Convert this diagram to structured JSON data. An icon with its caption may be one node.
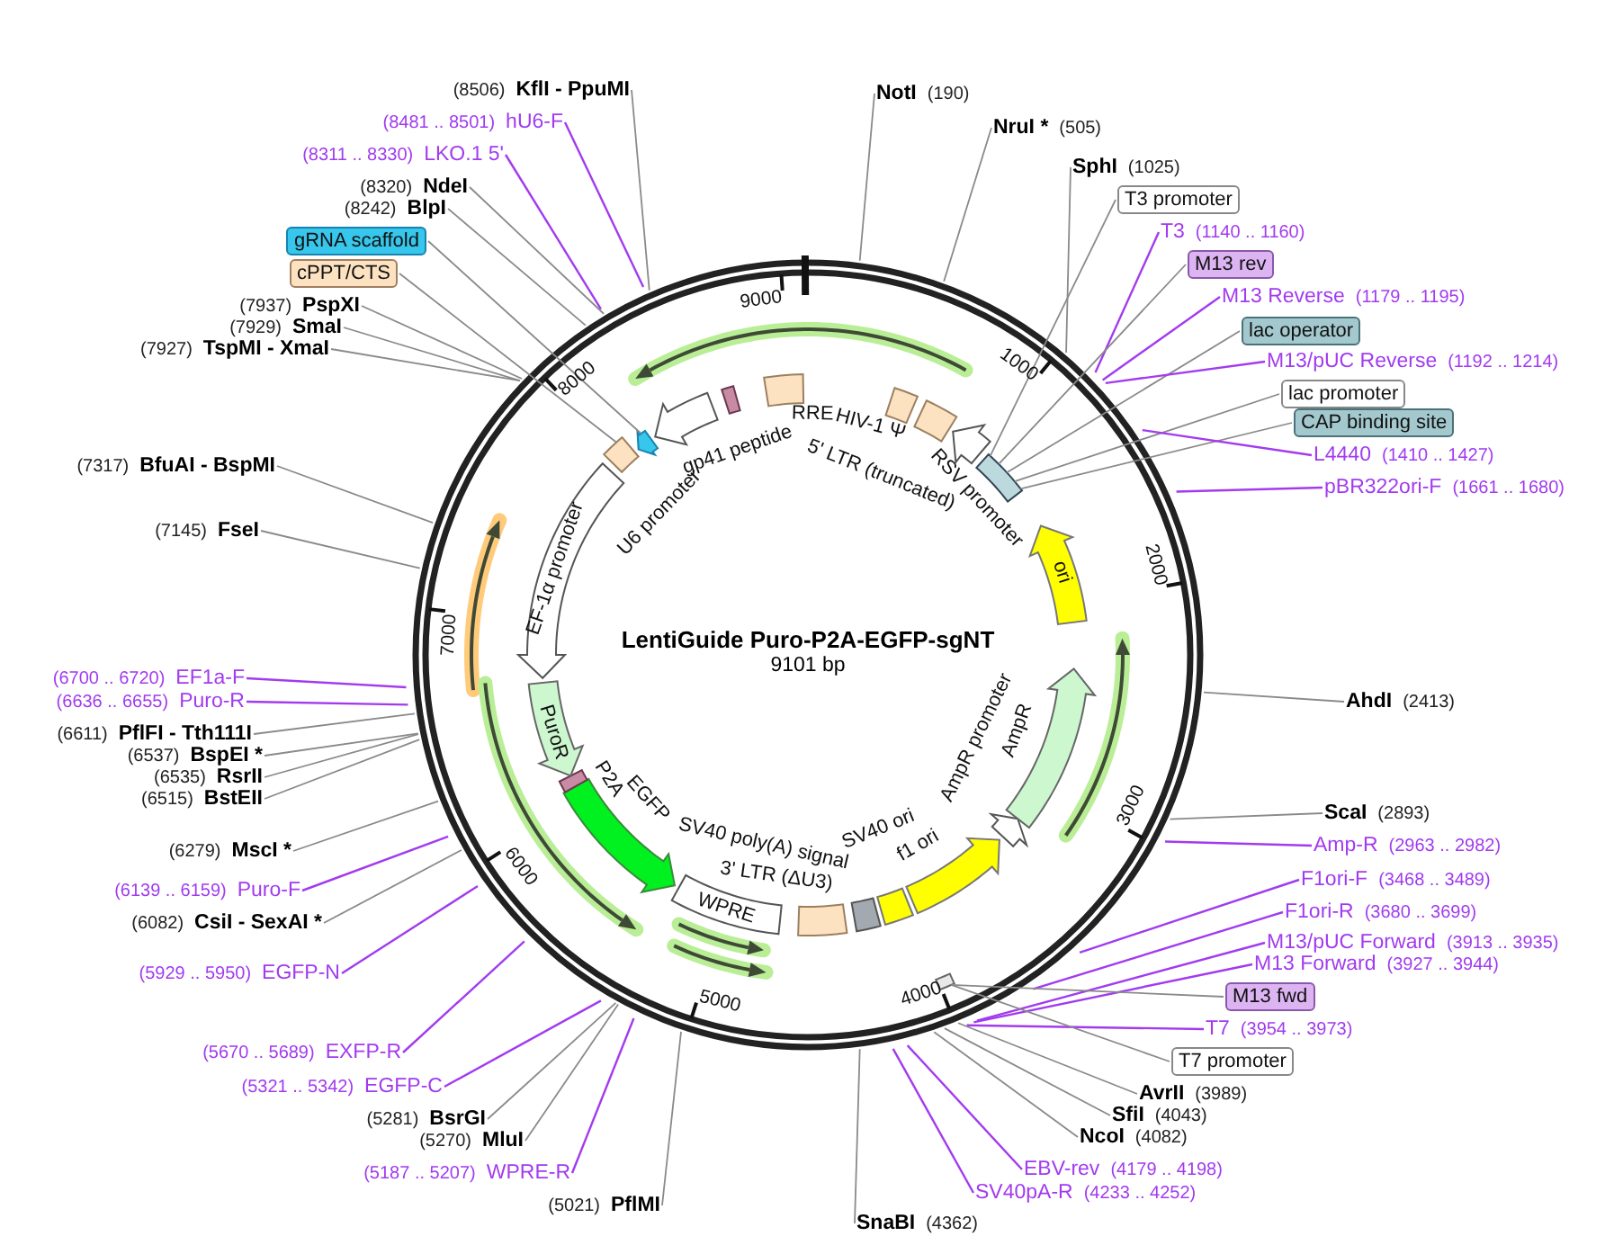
{
  "diagram": {
    "title": "LentiGuide Puro-P2A-EGFP-sgNT",
    "nodes": [
      {
        "text": [
          "(8506)",
          "KflI - PpuMI"
        ]
      },
      {
        "text": [
          "(8481 .. 8501)",
          "hU6-F"
        ]
      },
      {
        "text": [
          "(8311 .. 8330)",
          "LKO.1 5'"
        ]
      },
      {
        "text": [
          "(8320)",
          "NdeI"
        ]
      },
      {
        "text": [
          "(8242)",
          "BlpI"
        ]
      },
      {
        "text": [
          "gRNA scaffold"
        ]
      },
      {
        "text": [
          "cPPT/CTS"
        ]
      },
      {
        "text": [
          "(7937)",
          "PspXI"
        ]
      },
      {
        "text": [
          "(7929)",
          "SmaI"
        ]
      },
      {
        "text": [
          "(7927)",
          "TspMI - XmaI"
        ]
      },
      {
        "text": [
          "(7317)",
          "BfuAI - BspMI"
        ]
      },
      {
        "text": [
          "(7145)",
          "FseI"
        ]
      },
      {
        "text": [
          "(6700 .. 6720)",
          "EF1a-F"
        ]
      },
      {
        "text": [
          "(6636 .. 6655)",
          "Puro-R"
        ]
      },
      {
        "text": [
          "(6611)",
          "PflFI - Tth111I"
        ]
      },
      {
        "text": [
          "(6537)",
          "BspEI *"
        ]
      },
      {
        "text": [
          "(6535)",
          "RsrII"
        ]
      },
      {
        "text": [
          "(6515)",
          "BstEII"
        ]
      },
      {
        "text": [
          "(6279)",
          "MscI *"
        ]
      },
      {
        "text": [
          "(6139 .. 6159)",
          "Puro-F"
        ]
      },
      {
        "text": [
          "(6082)",
          "CsiI - SexAI *"
        ]
      },
      {
        "text": [
          "(5929 .. 5950)",
          "EGFP-N"
        ]
      },
      {
        "text": [
          "(5670 .. 5689)",
          "EXFP-R"
        ]
      },
      {
        "text": [
          "(5321 .. 5342)",
          "EGFP-C"
        ]
      },
      {
        "text": [
          "(5281)",
          "BsrGI"
        ]
      },
      {
        "text": [
          "(5270)",
          "MluI"
        ]
      },
      {
        "text": [
          "(5187 .. 5207)",
          "WPRE-R"
        ]
      },
      {
        "text": [
          "(5021)",
          "PflMI"
        ]
      },
      {
        "text": [
          "NotI",
          "(190)"
        ]
      },
      {
        "text": [
          "NruI *",
          "(505)"
        ]
      },
      {
        "text": [
          "SphI",
          "(1025)"
        ]
      },
      {
        "text": [
          "T3 promoter"
        ]
      },
      {
        "text": [
          "T3",
          "(1140 .. 1160)"
        ]
      },
      {
        "text": [
          "M13 rev"
        ]
      },
      {
        "text": [
          "M13 Reverse",
          "(1179 .. 1195)"
        ]
      },
      {
        "text": [
          "lac operator"
        ]
      },
      {
        "text": [
          "M13/pUC Reverse",
          "(1192 .. 1214)"
        ]
      },
      {
        "text": [
          "lac promoter"
        ]
      },
      {
        "text": [
          "CAP binding site"
        ]
      },
      {
        "text": [
          "L4440",
          "(1410 .. 1427)"
        ]
      },
      {
        "text": [
          "pBR322ori-F",
          "(1661 .. 1680)"
        ]
      },
      {
        "text": [
          "AhdI",
          "(2413)"
        ]
      },
      {
        "text": [
          "ScaI",
          "(2893)"
        ]
      },
      {
        "text": [
          "Amp-R",
          "(2963 .. 2982)"
        ]
      },
      {
        "text": [
          "F1ori-F",
          "(3468 .. 3489)"
        ]
      },
      {
        "text": [
          "F1ori-R",
          "(3680 .. 3699)"
        ]
      },
      {
        "text": [
          "M13/pUC Forward",
          "(3913 .. 3935)"
        ]
      },
      {
        "text": [
          "M13 Forward",
          "(3927 .. 3944)"
        ]
      },
      {
        "text": [
          "M13 fwd"
        ]
      },
      {
        "text": [
          "T7",
          "(3954 .. 3973)"
        ]
      },
      {
        "text": [
          "T7 promoter"
        ]
      },
      {
        "text": [
          "AvrII",
          "(3989)"
        ]
      },
      {
        "text": [
          "SfiI",
          "(4043)"
        ]
      },
      {
        "text": [
          "NcoI",
          "(4082)"
        ]
      },
      {
        "text": [
          "EBV-rev",
          "(4179 .. 4198)"
        ]
      },
      {
        "text": [
          "SV40pA-R",
          "(4233 .. 4252)"
        ]
      },
      {
        "text": [
          "SnaBI",
          "(4362)"
        ]
      },
      {
        "text": [
          "U6 promoter"
        ]
      },
      {
        "text": [
          "gp41 peptide"
        ]
      },
      {
        "text": [
          "RRE"
        ]
      },
      {
        "text": [
          "HIV-1 Ψ"
        ]
      },
      {
        "text": [
          "5' LTR (truncated)"
        ]
      },
      {
        "text": [
          "RSV promoter"
        ]
      },
      {
        "text": [
          "ori"
        ]
      },
      {
        "text": [
          "AmpR promoter"
        ]
      },
      {
        "text": [
          "AmpR"
        ]
      },
      {
        "text": [
          "f1 ori"
        ]
      },
      {
        "text": [
          "SV40 ori"
        ]
      },
      {
        "text": [
          "SV40 poly(A) signal"
        ]
      },
      {
        "text": [
          "3' LTR (ΔU3)"
        ]
      },
      {
        "text": [
          "WPRE"
        ]
      },
      {
        "text": [
          "EGFP"
        ]
      },
      {
        "text": [
          "P2A"
        ]
      },
      {
        "text": [
          "PuroR"
        ]
      },
      {
        "text": [
          "EF-1α promoter"
        ]
      },
      {
        "text": [],
        "shape": "arrow"
      },
      {
        "text": [],
        "shape": "box"
      },
      {
        "text": [],
        "shape": "box"
      },
      {
        "text": [],
        "shape": "box"
      }
    ],
    "edges": [
      {
        "from": 0,
        "to": null,
        "arrow": "none"
      },
      {
        "from": 1,
        "to": null,
        "arrow": "none",
        "color": "#a23bef"
      },
      {
        "from": 2,
        "to": null,
        "arrow": "none",
        "color": "#a23bef"
      },
      {
        "from": 3,
        "to": null,
        "arrow": "none"
      },
      {
        "from": 4,
        "to": null,
        "arrow": "none"
      },
      {
        "from": 5,
        "to": 75,
        "arrow": "none"
      },
      {
        "from": 6,
        "to": 76,
        "arrow": "none"
      },
      {
        "from": 7,
        "to": null,
        "arrow": "none"
      },
      {
        "from": 8,
        "to": null,
        "arrow": "none"
      },
      {
        "from": 9,
        "to": null,
        "arrow": "none"
      },
      {
        "from": 10,
        "to": null,
        "arrow": "none"
      },
      {
        "from": 11,
        "to": null,
        "arrow": "none"
      },
      {
        "from": 12,
        "to": null,
        "arrow": "none",
        "color": "#a23bef"
      },
      {
        "from": 13,
        "to": null,
        "arrow": "none",
        "color": "#a23bef"
      },
      {
        "from": 14,
        "to": null,
        "arrow": "none"
      },
      {
        "from": 15,
        "to": null,
        "arrow": "none"
      },
      {
        "from": 16,
        "to": null,
        "arrow": "none"
      },
      {
        "from": 17,
        "to": null,
        "arrow": "none"
      },
      {
        "from": 18,
        "to": null,
        "arrow": "none"
      },
      {
        "from": 19,
        "to": null,
        "arrow": "none",
        "color": "#a23bef"
      },
      {
        "from": 20,
        "to": null,
        "arrow": "none"
      },
      {
        "from": 21,
        "to": null,
        "arrow": "none",
        "color": "#a23bef"
      },
      {
        "from": 22,
        "to": null,
        "arrow": "none",
        "color": "#a23bef"
      },
      {
        "from": 23,
        "to": null,
        "arrow": "none",
        "color": "#a23bef"
      },
      {
        "from": 24,
        "to": null,
        "arrow": "none"
      },
      {
        "from": 25,
        "to": null,
        "arrow": "none"
      },
      {
        "from": 26,
        "to": null,
        "arrow": "none",
        "color": "#a23bef"
      },
      {
        "from": 27,
        "to": null,
        "arrow": "none"
      },
      {
        "from": 28,
        "to": null,
        "arrow": "none"
      },
      {
        "from": 29,
        "to": null,
        "arrow": "none"
      },
      {
        "from": 30,
        "to": null,
        "arrow": "none"
      },
      {
        "from": 31,
        "to": 77,
        "arrow": "none"
      },
      {
        "from": 32,
        "to": null,
        "arrow": "none",
        "color": "#a23bef"
      },
      {
        "from": 33,
        "to": 77,
        "arrow": "none"
      },
      {
        "from": 34,
        "to": null,
        "arrow": "none",
        "color": "#a23bef"
      },
      {
        "from": 35,
        "to": 77,
        "arrow": "none"
      },
      {
        "from": 36,
        "to": null,
        "arrow": "none",
        "color": "#a23bef"
      },
      {
        "from": 37,
        "to": 77,
        "arrow": "none"
      },
      {
        "from": 38,
        "to": 77,
        "arrow": "none"
      },
      {
        "from": 39,
        "to": null,
        "arrow": "none",
        "color": "#a23bef"
      },
      {
        "from": 40,
        "to": null,
        "arrow": "none",
        "color": "#a23bef"
      },
      {
        "from": 41,
        "to": null,
        "arrow": "none"
      },
      {
        "from": 42,
        "to": null,
        "arrow": "none"
      },
      {
        "from": 43,
        "to": null,
        "arrow": "none",
        "color": "#a23bef"
      },
      {
        "from": 44,
        "to": null,
        "arrow": "none",
        "color": "#a23bef"
      },
      {
        "from": 45,
        "to": null,
        "arrow": "none",
        "color": "#a23bef"
      },
      {
        "from": 46,
        "to": null,
        "arrow": "none",
        "color": "#a23bef"
      },
      {
        "from": 47,
        "to": null,
        "arrow": "none",
        "color": "#a23bef"
      },
      {
        "from": 48,
        "to": 78,
        "arrow": "none"
      },
      {
        "from": 49,
        "to": null,
        "arrow": "none",
        "color": "#a23bef"
      },
      {
        "from": 50,
        "to": 78,
        "arrow": "none"
      },
      {
        "from": 51,
        "to": null,
        "arrow": "none"
      },
      {
        "from": 52,
        "to": null,
        "arrow": "none"
      },
      {
        "from": 53,
        "to": null,
        "arrow": "none"
      },
      {
        "from": 54,
        "to": null,
        "arrow": "none",
        "color": "#a23bef"
      },
      {
        "from": 55,
        "to": null,
        "arrow": "none",
        "color": "#a23bef"
      },
      {
        "from": 56,
        "to": null,
        "arrow": "none"
      }
    ],
    "labels": [
      "9101 bp",
      "1000",
      "2000",
      "3000",
      "4000",
      "5000",
      "6000",
      "7000",
      "8000",
      "9000"
    ]
  }
}
